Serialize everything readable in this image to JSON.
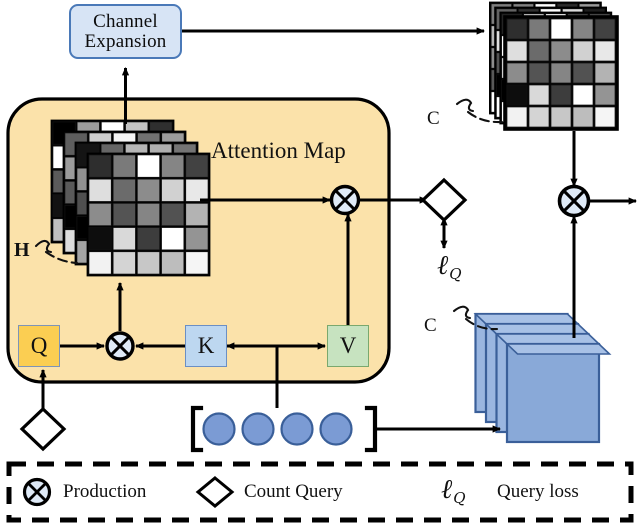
{
  "figure": {
    "title": "Attention module with channel expansion and count query",
    "type": "architecture-diagram"
  },
  "blocks": {
    "channel_expansion": {
      "line1": "Channel",
      "line2": "Expansion"
    },
    "query": {
      "label": "Q",
      "color": "#fbce52"
    },
    "key": {
      "label": "K",
      "color": "#bdd7f0"
    },
    "value": {
      "label": "V",
      "color": "#c7e3c0"
    },
    "attention_map": {
      "label": "Attention Map"
    },
    "panel": {
      "color": "#fbe2aa"
    }
  },
  "annotations": {
    "heads_dim": "H",
    "channels_cube": "C",
    "channels_tensor": "C",
    "query_loss": {
      "symbol": "ℓ",
      "subscript": "Q"
    }
  },
  "legend": {
    "production": {
      "label": "Production",
      "icon": "circle-cross-icon"
    },
    "count_query": {
      "label": "Count Query",
      "icon": "diamond-icon"
    },
    "query_loss": {
      "label": "Query loss",
      "symbol": "ℓ",
      "subscript": "Q"
    }
  },
  "tokens": {
    "count": 4,
    "color": "#7b9bd4"
  },
  "tensor_stack": {
    "slices": 4,
    "color": "#89a9d8"
  },
  "attention_map_grid": {
    "rows": 5,
    "cols": 5,
    "stack_layers": 4,
    "values": [
      [
        0.18,
        0.48,
        1.0,
        0.52,
        0.26
      ],
      [
        0.87,
        0.42,
        0.55,
        0.82,
        0.91
      ],
      [
        0.55,
        0.33,
        0.52,
        0.32,
        0.7
      ],
      [
        0.05,
        0.85,
        0.24,
        1.0,
        0.58
      ],
      [
        0.95,
        0.83,
        0.78,
        0.74,
        0.96
      ]
    ]
  },
  "cube_grid": {
    "rows": 5,
    "cols": 5,
    "values": [
      [
        0.18,
        0.48,
        1.0,
        0.52,
        0.26
      ],
      [
        0.87,
        0.42,
        0.55,
        0.82,
        0.91
      ],
      [
        0.55,
        0.33,
        0.52,
        0.32,
        0.7
      ],
      [
        0.05,
        0.85,
        0.24,
        1.0,
        0.58
      ],
      [
        0.95,
        0.83,
        0.78,
        0.74,
        0.96
      ]
    ]
  },
  "colors": {
    "panel_fill": "#fbe2aa",
    "panel_stroke": "#000000",
    "box_blue": "#d7e4f5",
    "box_blue_stroke": "#4a79b8",
    "token_blue": "#7b9bd4",
    "tensor_blue": "#89a9d8",
    "arrow": "#000000"
  }
}
